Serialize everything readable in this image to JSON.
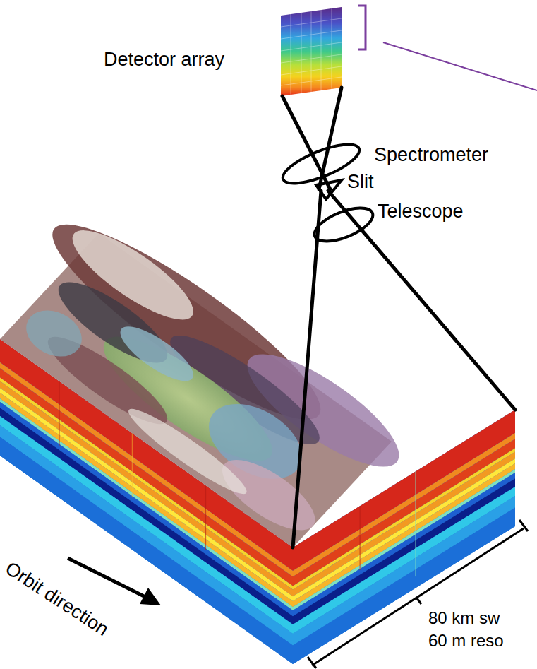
{
  "diagram": {
    "labels": [
      "Detector array",
      "Spectrometer",
      "Slit",
      "Telescope",
      "Orbit direction",
      "80 km sw",
      "60 m reso"
    ]
  }
}
